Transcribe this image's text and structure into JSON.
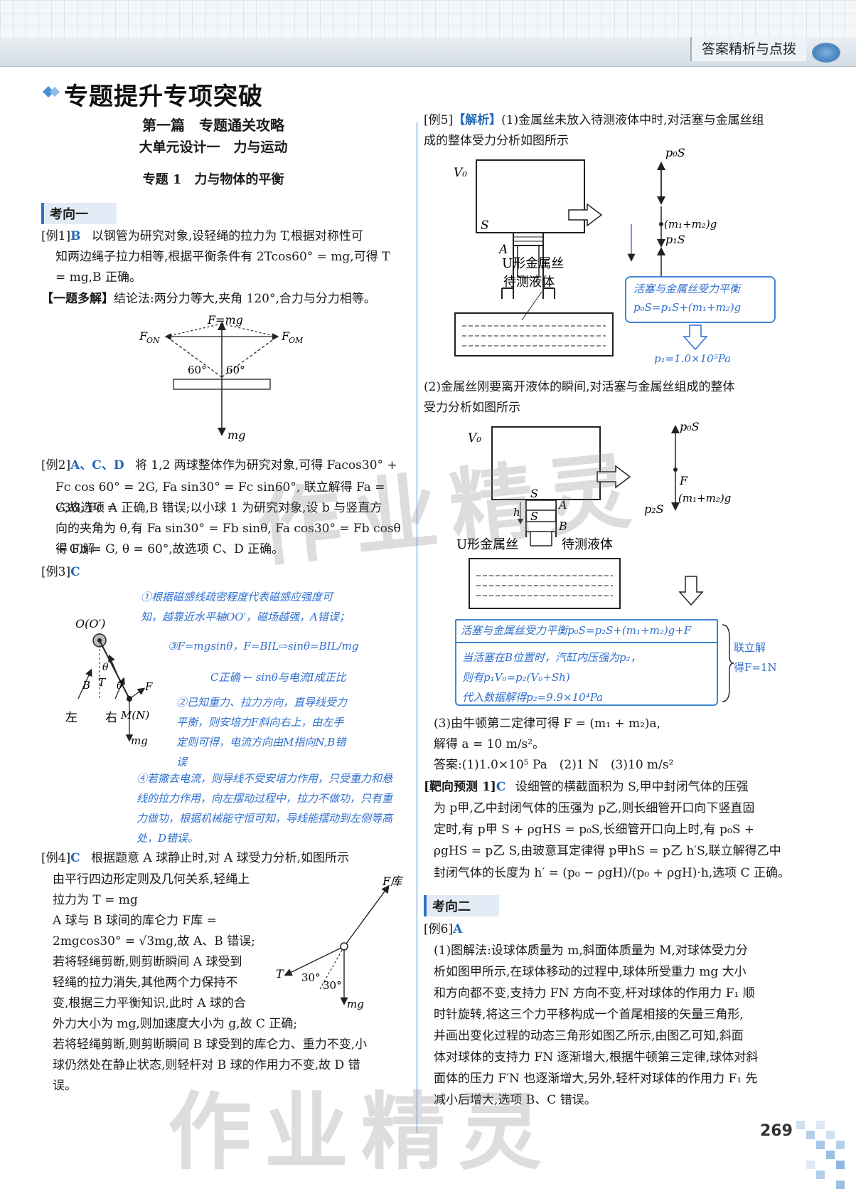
{
  "header": {
    "tab_label": "答案精析与点拨"
  },
  "title": "专题提升专项突破",
  "part_title": "第一篇　专题通关攻略",
  "unit_title": "大单元设计一　力与运动",
  "topic_title": "专题 1　力与物体的平衡",
  "left": {
    "section1": "考向一",
    "ex1": {
      "tag": "[例1]",
      "ans": "B",
      "lines": [
        "以钢管为研究对象,设轻绳的拉力为 T,根据对称性可",
        "知两边绳子拉力相等,根据平衡条件有 2Tcos60° = mg,可得 T",
        "= mg,B 正确。"
      ],
      "multi_tag": "【一题多解】",
      "multi_text": "结论法:两分力等大,夹角 120°,合力与分力相等。",
      "fig_labels": {
        "top": "F=mg",
        "left": "F",
        "left_sub": "ON",
        "right": "F",
        "right_sub": "OM",
        "a1": "60°",
        "a2": "60°",
        "bottom": "mg"
      }
    },
    "ex2": {
      "tag": "[例2]",
      "ans": "A、C、D",
      "lines": [
        "将 1,2 两球整体作为研究对象,可得 Faсos30° +",
        "Fc cos 60° = 2G, Fa sin30° = Fc sin60°, 联立解得 Fa = √3G, Fc =",
        "G,故选项 A 正确,B 错误;以小球 1 为研究对象,设 b 与竖直方",
        "向的夹角为 θ,有 Fa sin30° = Fb sinθ, Fa cos30° = Fb cosθ + G,解",
        "得 Fb = G, θ = 60°,故选项 C、D 正确。"
      ]
    },
    "ex3": {
      "tag": "[例3]",
      "ans": "C",
      "fig_labels": {
        "o": "O(O′)",
        "b": "B",
        "t": "T",
        "theta1": "θ",
        "theta2": "θ",
        "f": "F",
        "left": "左",
        "right": "右",
        "mn": "M(N)",
        "mg": "mg"
      },
      "note1": [
        "①根据磁感线疏密程度代表磁感应强度可",
        "知，越靠近水平轴OO′，磁场越强，A错误；"
      ],
      "note3": "③F=mgsinθ，F=BIL⇨sinθ=BIL/mg",
      "note_c": "C正确 ← sinθ与电流I成正比",
      "note2": [
        "②已知重力、拉力方向，直导线受力",
        "平衡，则安培力F斜向右上，由左手",
        "定则可得，电流方向由M指向N,B错",
        "误"
      ],
      "note4": [
        "④若撤去电流，则导线不受安培力作用，只受重力和悬",
        "线的拉力作用，向左摆动过程中，拉力不做功，只有重",
        "力做功，根据机械能守恒可知，导线能摆动到左侧等高",
        "处，D错误。"
      ]
    },
    "ex4": {
      "tag": "[例4]",
      "ans": "C",
      "first": "根据题意 A 球静止时,对 A 球受力分析,如图所示",
      "lines": [
        "由平行四边形定则及几何关系,轻绳上",
        "拉力为 T = mg",
        "A 球与 B 球间的库仑力 F库 =",
        "2mgcos30° = √3mg,故 A、B 错误;",
        "若将轻绳剪断,则剪断瞬间 A 球受到",
        "轻绳的拉力消失,其他两个力保持不",
        "变,根据三力平衡知识,此时 A 球的合",
        "外力大小为 mg,则加速度大小为 g,故 C 正确;",
        "若将轻绳剪断,则剪断瞬间 B 球受到的库仑力、重力不变,小",
        "球仍然处在静止状态,则轻杆对 B 球的作用力不变,故 D 错",
        "误。"
      ],
      "fig_labels": {
        "fk": "F库",
        "t": "T",
        "a1": "30°",
        "a2": "30°",
        "mg": "mg"
      }
    }
  },
  "right": {
    "ex5": {
      "tag": "[例5]",
      "ans_tag": "【解析】",
      "lines1": [
        "(1)金属丝未放入待测液体中时,对活塞与金属丝组",
        "成的整体受力分析如图所示"
      ],
      "fig1": {
        "v0": "V₀",
        "s": "S",
        "a": "A",
        "u": "U形金属丝",
        "liquid": "待测液体",
        "p0s": "p₀S",
        "mg": "(m₁+m₂)g",
        "p1s": "p₁S"
      },
      "box1": [
        "活塞与金属丝受力平衡",
        "p₀S=p₁S+(m₁+m₂)g"
      ],
      "res1": "p₁=1.0×10⁵Pa",
      "lines2": [
        "(2)金属丝刚要离开液体的瞬间,对活塞与金属丝组成的整体",
        "受力分析如图所示"
      ],
      "fig2": {
        "v0": "V₀",
        "h": "h",
        "s1": "S",
        "a": "A",
        "s2": "S",
        "b": "B",
        "u": "U形金属丝",
        "liquid": "待测液体",
        "p0s": "p₀S",
        "f": "F",
        "mg": "(m₁+m₂)g",
        "p2s": "p₂S"
      },
      "box2": "活塞与金属丝受力平衡p₀S=p₂S+(m₁+m₂)g+F",
      "hand2": [
        "当活塞在B位置时，汽缸内压强为p₂，",
        "则有p₁V₀=p₂(V₀+Sh)",
        "代入数据解得p₂=9.9×10⁴Pa"
      ],
      "joint": [
        "联立解",
        "得F=1N"
      ],
      "lines3": [
        "(3)由牛顿第二定律可得 F = (m₁ + m₂)a,",
        "解得 a = 10 m/s²。"
      ],
      "answer": "答案:(1)1.0×10⁵ Pa　(2)1 N　(3)10 m/s²"
    },
    "pred": {
      "tag": "[靶向预测 1]",
      "ans": "C",
      "lines": [
        "设细管的横截面积为 S,甲中封闭气体的压强",
        "为 p甲,乙中封闭气体的压强为 p乙,则长细管开口向下竖直固",
        "定时,有 p甲 S + ρgHS = p₀S,长细管开口向上时,有 p₀S +",
        "ρgHS = p乙 S,由玻意耳定律得 p甲hS = p乙 h′S,联立解得乙中",
        "封闭气体的长度为 h′ = (p₀ − ρgH)/(p₀ + ρgH)·h,选项 C 正确。"
      ]
    },
    "section2": "考向二",
    "ex6": {
      "tag": "[例6]",
      "ans": "A",
      "lines": [
        "(1)图解法:设球体质量为 m,斜面体质量为 M,对球体受力分",
        "析如图甲所示,在球体移动的过程中,球体所受重力 mg 大小",
        "和方向都不变,支持力 FN 方向不变,杆对球体的作用力 F₁ 顺",
        "时针旋转,将这三个力平移构成一个首尾相接的矢量三角形,",
        "并画出变化过程的动态三角形如图乙所示,由图乙可知,斜面",
        "体对球体的支持力 FN 逐渐增大,根据牛顿第三定律,球体对斜",
        "面体的压力 F′N 也逐渐增大,另外,轻杆对球体的作用力 F₁ 先",
        "减小后增大,选项 B、C 错误。"
      ]
    }
  },
  "page_number": "269",
  "watermark": "作业精灵"
}
